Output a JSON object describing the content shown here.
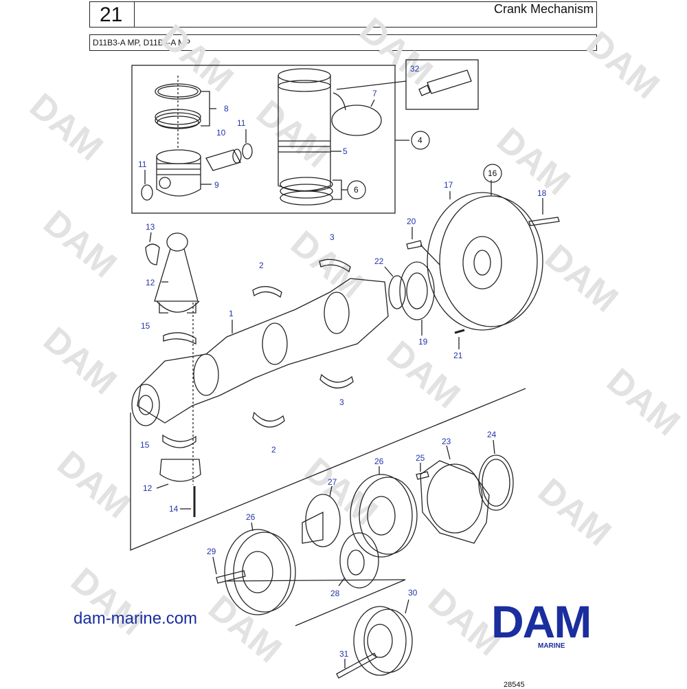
{
  "header": {
    "page_number": "21",
    "title": "Crank Mechanism",
    "models": "D11B3-A MP, D11B4-A MP"
  },
  "footer": {
    "website": "dam-marine.com",
    "logo_text": "DAM",
    "logo_subtext": "MARINE",
    "drawing_number": "28545"
  },
  "watermark": "DAM",
  "colors": {
    "label": "#2233aa",
    "brand": "#1a2e9e",
    "line": "#222222",
    "watermark": "#e2e2e2"
  },
  "part_labels": {
    "p1": "1",
    "p2a": "2",
    "p2b": "2",
    "p3a": "3",
    "p3b": "3",
    "p4": "4",
    "p5": "5",
    "p6": "6",
    "p7": "7",
    "p8": "8",
    "p9": "9",
    "p10": "10",
    "p11a": "11",
    "p11b": "11",
    "p12a": "12",
    "p12b": "12",
    "p13": "13",
    "p14": "14",
    "p15a": "15",
    "p15b": "15",
    "p16": "16",
    "p17": "17",
    "p18": "18",
    "p19": "19",
    "p20": "20",
    "p21": "21",
    "p22": "22",
    "p23": "23",
    "p24": "24",
    "p25": "25",
    "p26a": "26",
    "p26b": "26",
    "p27": "27",
    "p28": "28",
    "p29": "29",
    "p30": "30",
    "p31": "31",
    "p32": "32"
  }
}
